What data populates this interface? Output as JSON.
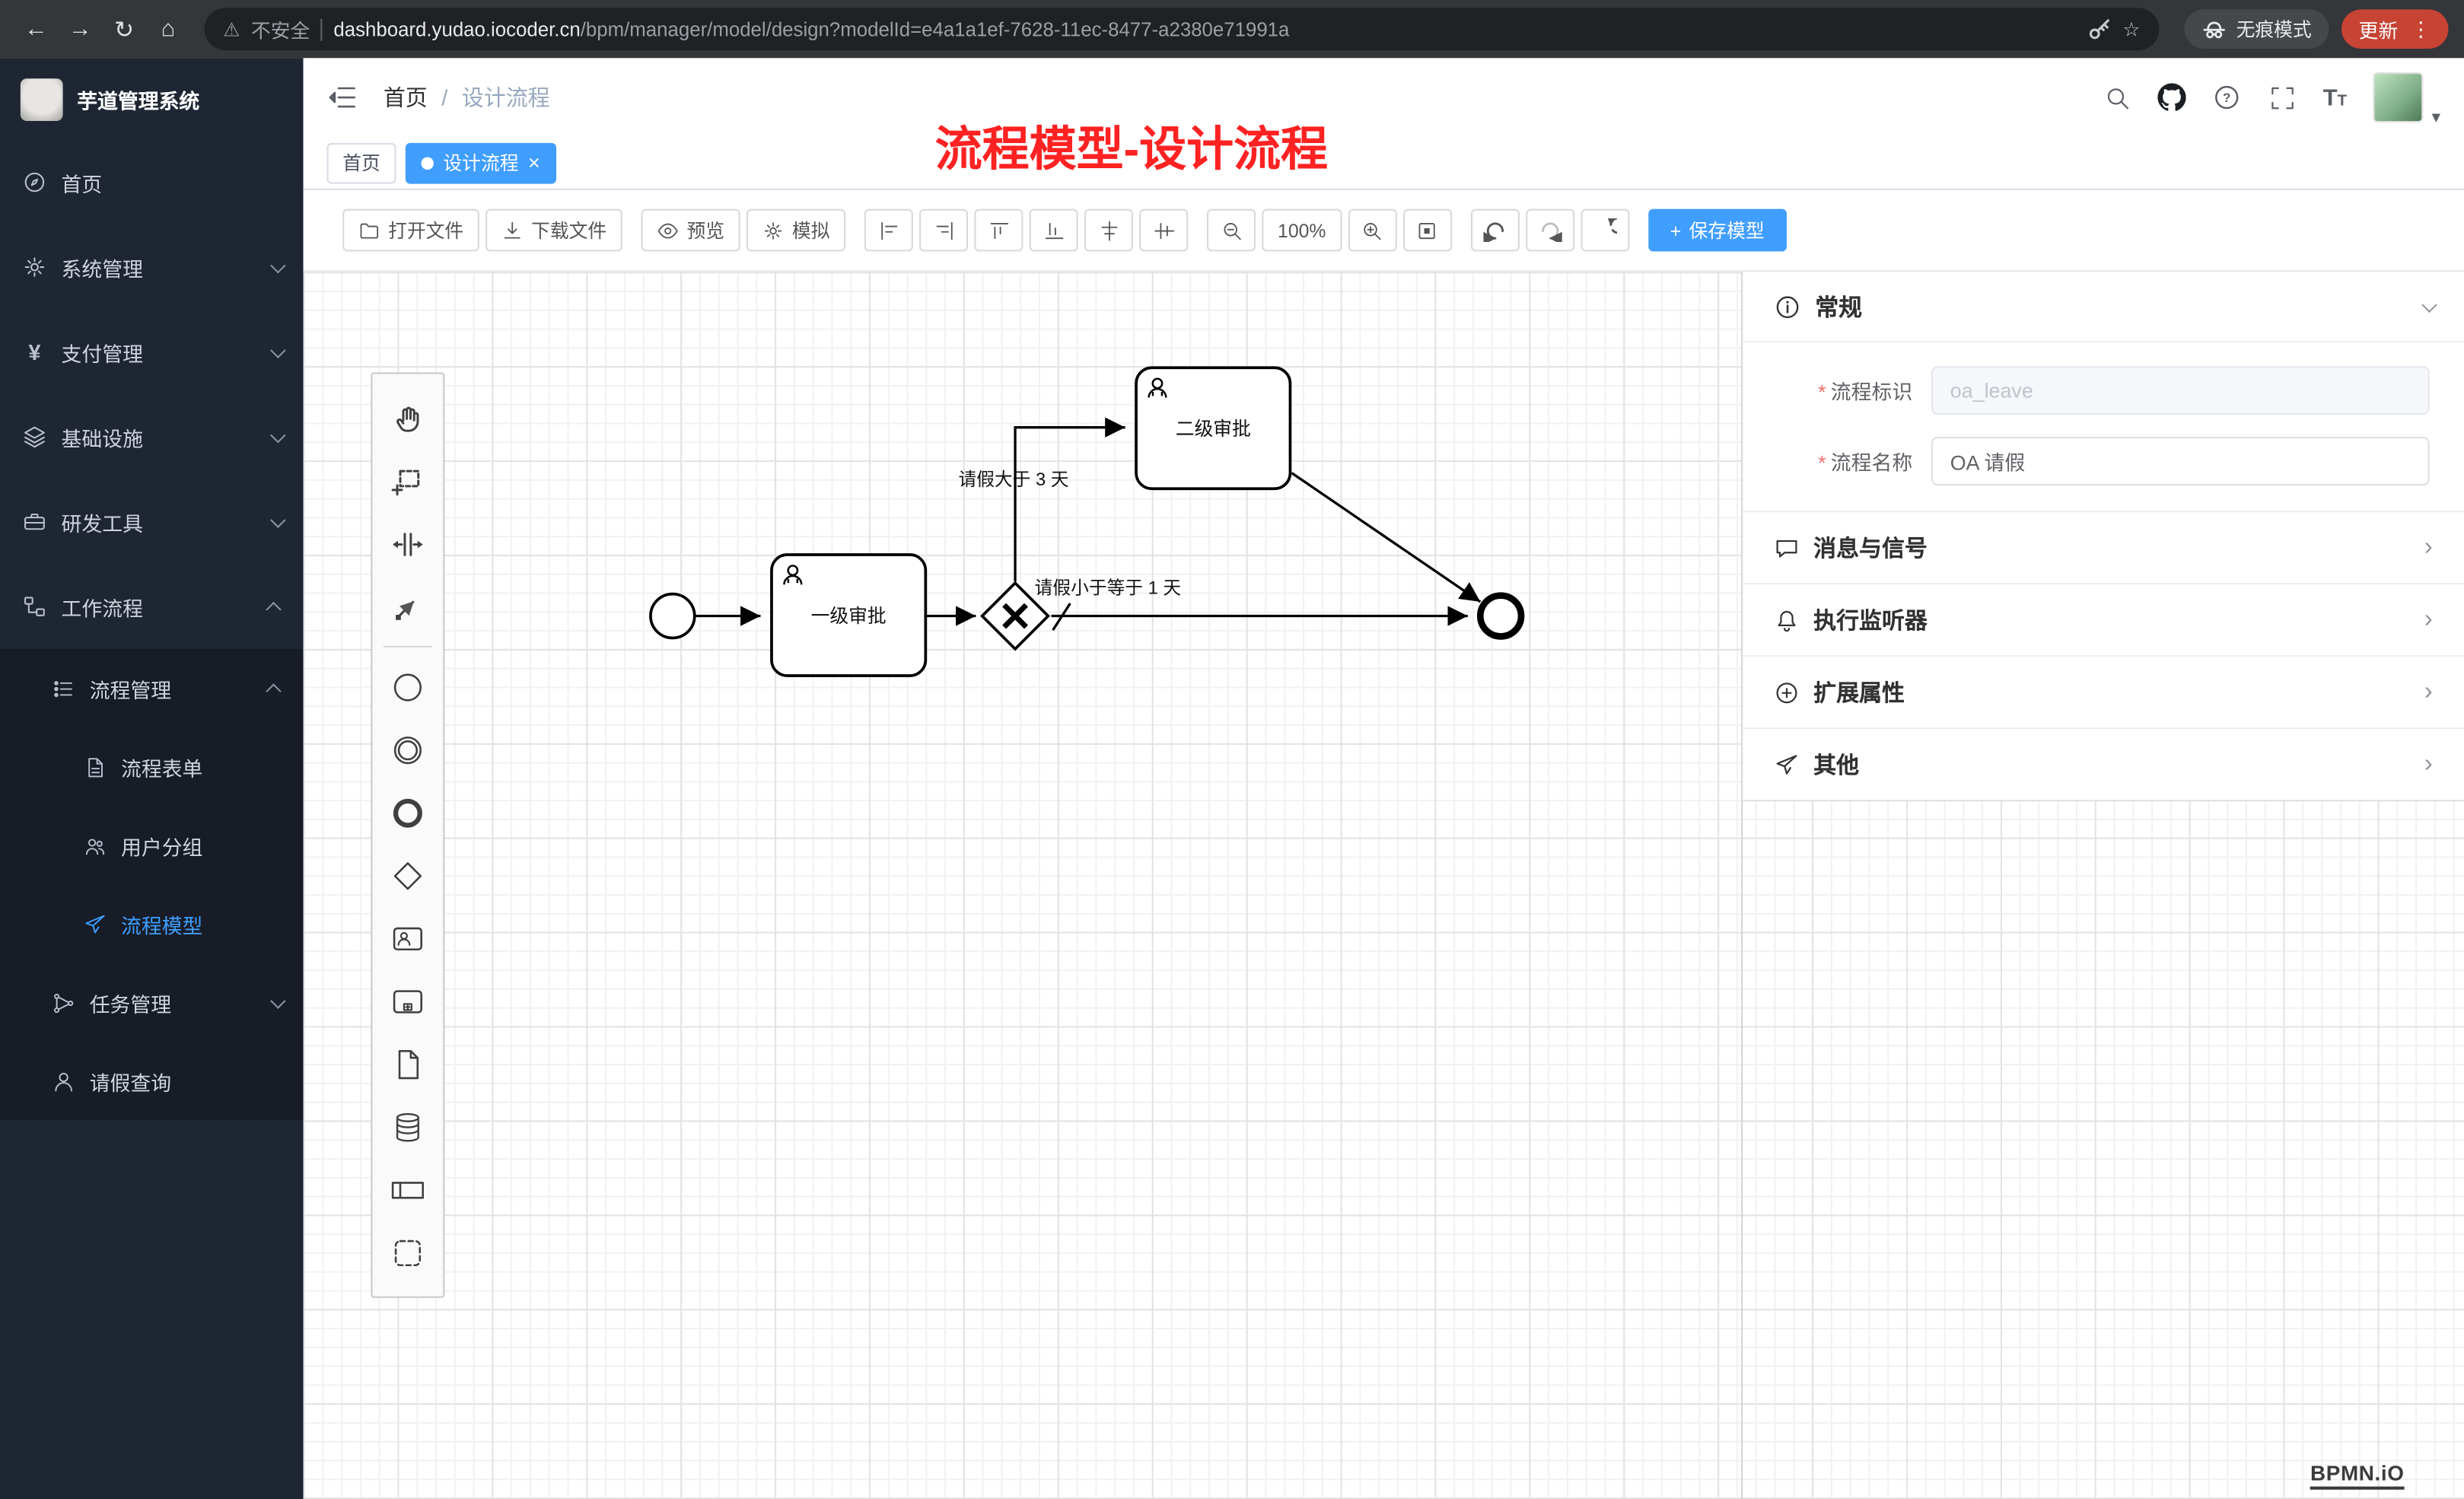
{
  "colors": {
    "accent": "#409eff",
    "annotation_red": "#fe2222",
    "update_pill": "#c74334",
    "sidebar_bg": "#1f2633",
    "canvas_grid": "#e3e3e6"
  },
  "icons": {
    "back": "←",
    "forward": "→",
    "reload": "↻",
    "home": "⌂",
    "warning": "⚠",
    "star": "☆",
    "kebab": "⋮",
    "close": "×",
    "plus": "+",
    "question": "?",
    "chevron_right": "›",
    "caret_down": "▾",
    "yen": "¥",
    "font_size_big": "T",
    "font_size_small": "T",
    "required_mark": "*"
  },
  "browser": {
    "security": "不安全",
    "url_host": "dashboard.yudao.iocoder.cn",
    "url_path": "/bpm/manager/model/design?modelId=e4a1a1ef-7628-11ec-8477-a2380e71991a",
    "incognito": "无痕模式",
    "update": "更新"
  },
  "sidebar": {
    "title": "芋道管理系统",
    "home": "首页",
    "system": "系统管理",
    "payment": "支付管理",
    "infra": "基础设施",
    "devtools": "研发工具",
    "workflow": "工作流程",
    "process_mgmt": "流程管理",
    "process_form": "流程表单",
    "user_group": "用户分组",
    "process_model": "流程模型",
    "task_mgmt": "任务管理",
    "leave_query": "请假查询"
  },
  "header": {
    "breadcrumb_home": "首页",
    "breadcrumb_sep": "/",
    "breadcrumb_current": "设计流程",
    "annotation": "流程模型-设计流程"
  },
  "tabs": {
    "home": "首页",
    "design": "设计流程"
  },
  "toolbar": {
    "open": "打开文件",
    "download": "下载文件",
    "preview": "预览",
    "simulate": "模拟",
    "zoom": "100%",
    "save": "保存模型"
  },
  "panel": {
    "general": "常规",
    "field_key_label": "流程标识",
    "field_key_value": "oa_leave",
    "field_name_label": "流程名称",
    "field_name_value": "OA 请假",
    "messages": "消息与信号",
    "listeners": "执行监听器",
    "ext_attrs": "扩展属性",
    "others": "其他"
  },
  "diagram": {
    "task1": "一级审批",
    "task2": "二级审批",
    "flow_gt3": "请假大于 3 天",
    "flow_le1": "请假小于等于 1 天"
  },
  "watermark": "BPMN.iO"
}
